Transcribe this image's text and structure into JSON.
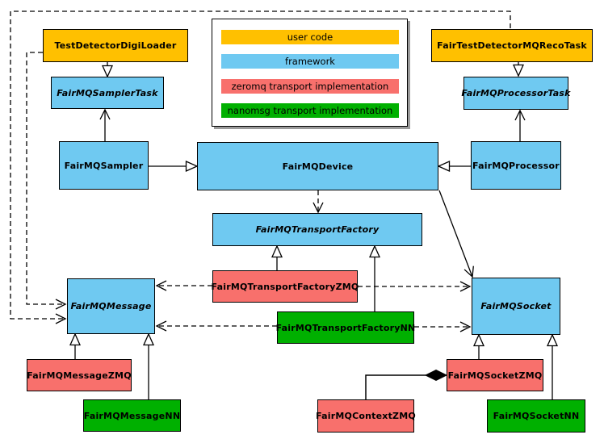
{
  "colors": {
    "user_code": "#FFC000",
    "framework": "#6FC9F1",
    "zeromq": "#F8706C",
    "nanomsg": "#00B000",
    "line": "#000000"
  },
  "legend": {
    "items": [
      {
        "label": "user code",
        "color": "#FFC000"
      },
      {
        "label": "framework",
        "color": "#6FC9F1"
      },
      {
        "label": "zeromq transport implementation",
        "color": "#F8706C"
      },
      {
        "label": "nanomsg transport implementation",
        "color": "#00B000"
      }
    ]
  },
  "nodes": {
    "test_detector_digi_loader": {
      "label": "TestDetectorDigiLoader",
      "category": "user code"
    },
    "fair_test_detector_mq_reco_task": {
      "label": "FairTestDetectorMQRecoTask",
      "category": "user code"
    },
    "fairmq_sampler_task": {
      "label": "FairMQSamplerTask",
      "category": "framework",
      "abstract": true
    },
    "fairmq_processor_task": {
      "label": "FairMQProcessorTask",
      "category": "framework",
      "abstract": true
    },
    "fairmq_sampler": {
      "label": "FairMQSampler",
      "category": "framework"
    },
    "fairmq_device": {
      "label": "FairMQDevice",
      "category": "framework"
    },
    "fairmq_processor": {
      "label": "FairMQProcessor",
      "category": "framework"
    },
    "fairmq_transport_factory": {
      "label": "FairMQTransportFactory",
      "category": "framework",
      "abstract": true
    },
    "fairmq_transport_factory_zmq": {
      "label": "FairMQTransportFactoryZMQ",
      "category": "zeromq"
    },
    "fairmq_transport_factory_nn": {
      "label": "FairMQTransportFactoryNN",
      "category": "nanomsg"
    },
    "fairmq_message": {
      "label": "FairMQMessage",
      "category": "framework",
      "abstract": true
    },
    "fairmq_socket": {
      "label": "FairMQSocket",
      "category": "framework",
      "abstract": true
    },
    "fairmq_message_zmq": {
      "label": "FairMQMessageZMQ",
      "category": "zeromq"
    },
    "fairmq_message_nn": {
      "label": "FairMQMessageNN",
      "category": "nanomsg"
    },
    "fairmq_socket_zmq": {
      "label": "FairMQSocketZMQ",
      "category": "zeromq"
    },
    "fairmq_context_zmq": {
      "label": "FairMQContextZMQ",
      "category": "zeromq"
    },
    "fairmq_socket_nn": {
      "label": "FairMQSocketNN",
      "category": "nanomsg"
    }
  }
}
